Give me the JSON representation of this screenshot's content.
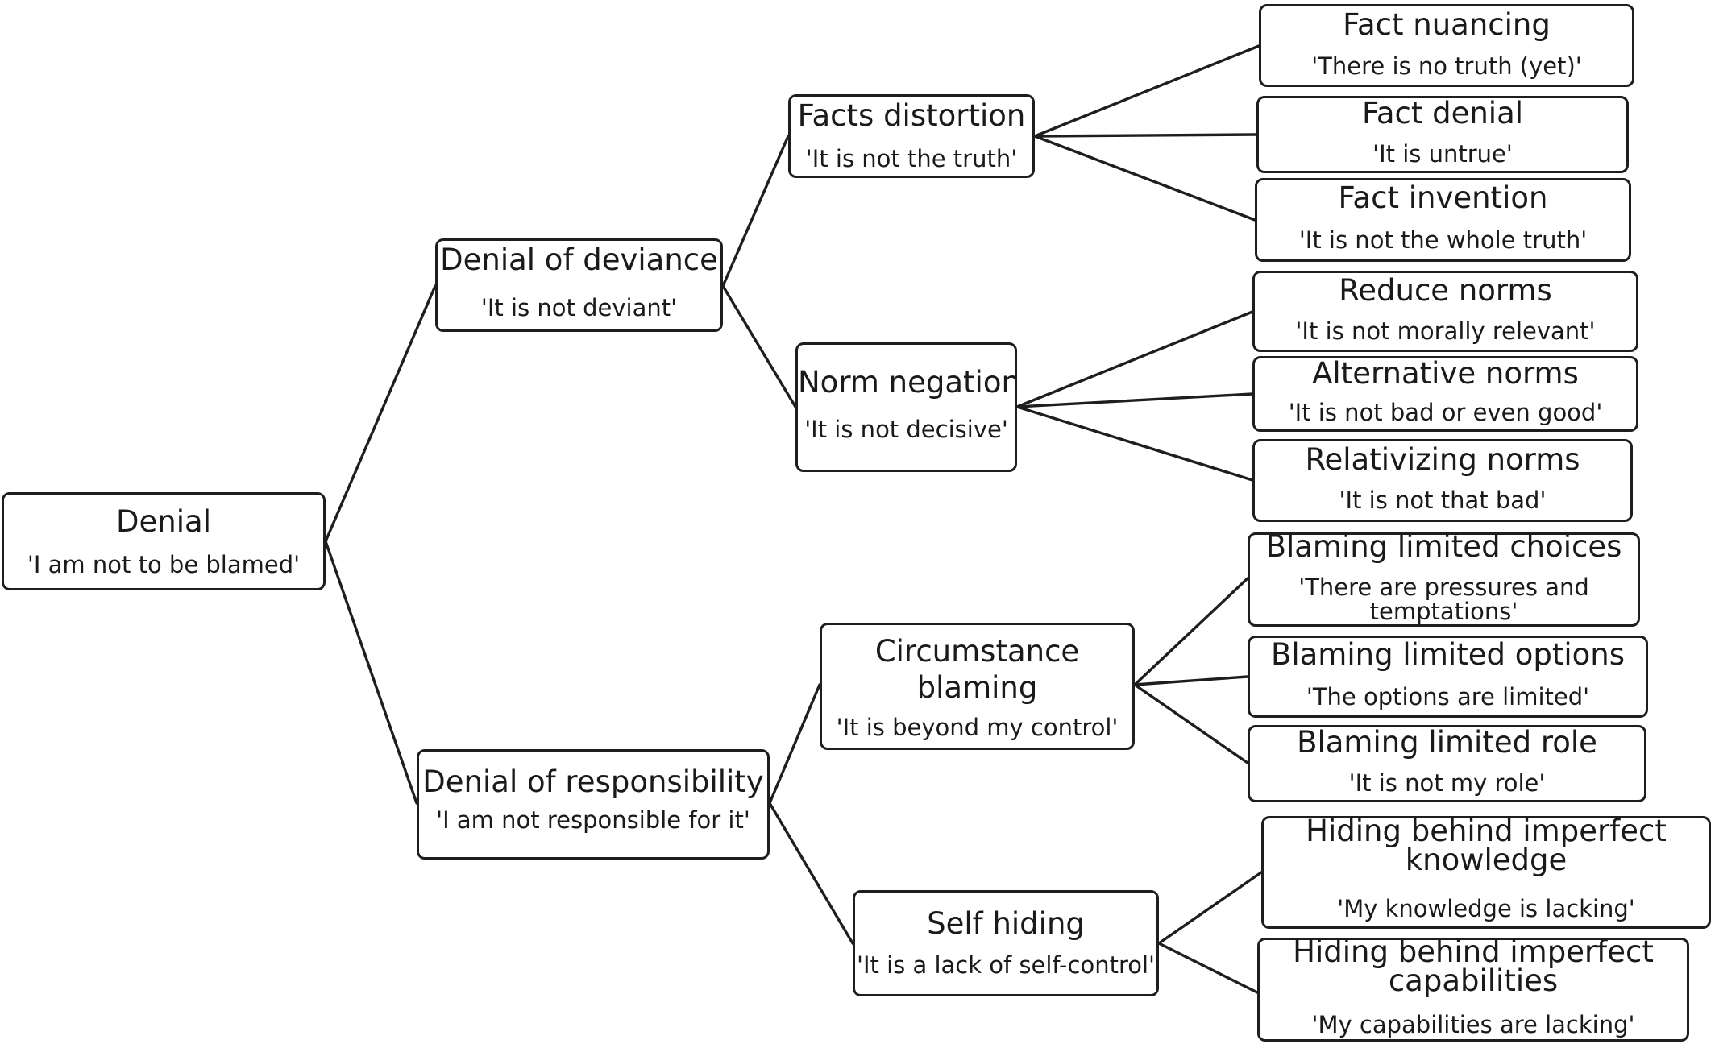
{
  "root": {
    "title": "Denial",
    "subtitle": "'I am not to be blamed'"
  },
  "level1": {
    "deviance": {
      "title": "Denial of deviance",
      "subtitle": "'It is not deviant'"
    },
    "responsibility": {
      "title": "Denial of responsibility",
      "subtitle": "'I am not responsible for it'"
    }
  },
  "level2": {
    "facts_distortion": {
      "title": "Facts distortion",
      "subtitle": "'It is not the truth'"
    },
    "norm_negation": {
      "title": "Norm negation",
      "subtitle": "'It is not decisive'"
    },
    "circumstance_blaming": {
      "title": "Circumstance blaming",
      "subtitle": "'It is beyond my control'"
    },
    "self_hiding": {
      "title": "Self hiding",
      "subtitle": "'It is a lack of self-control'"
    }
  },
  "level3": {
    "fact_nuancing": {
      "title": "Fact nuancing",
      "subtitle": "'There is no truth (yet)'"
    },
    "fact_denial": {
      "title": "Fact denial",
      "subtitle": "'It is untrue'"
    },
    "fact_invention": {
      "title": "Fact invention",
      "subtitle": "'It is not the whole truth'"
    },
    "reduce_norms": {
      "title": "Reduce norms",
      "subtitle": "'It is not morally relevant'"
    },
    "alternative_norms": {
      "title": "Alternative norms",
      "subtitle": "'It is not bad or even good'"
    },
    "relativizing_norms": {
      "title": "Relativizing norms",
      "subtitle": "'It is not that bad'"
    },
    "limited_choices": {
      "title": "Blaming limited choices",
      "subtitle": "'There are pressures and temptations'"
    },
    "limited_options": {
      "title": "Blaming limited options",
      "subtitle": "'The options are limited'"
    },
    "limited_role": {
      "title": "Blaming limited role",
      "subtitle": "'It is not my role'"
    },
    "imperfect_knowledge": {
      "title": "Hiding behind imperfect knowledge",
      "subtitle": "'My knowledge is lacking'"
    },
    "imperfect_capabilities": {
      "title": "Hiding behind imperfect capabilities",
      "subtitle": "'My capabilities are lacking'"
    }
  },
  "colors": {
    "stroke": "#1e1e1e",
    "text": "#1a1a1a",
    "background": "#ffffff"
  }
}
